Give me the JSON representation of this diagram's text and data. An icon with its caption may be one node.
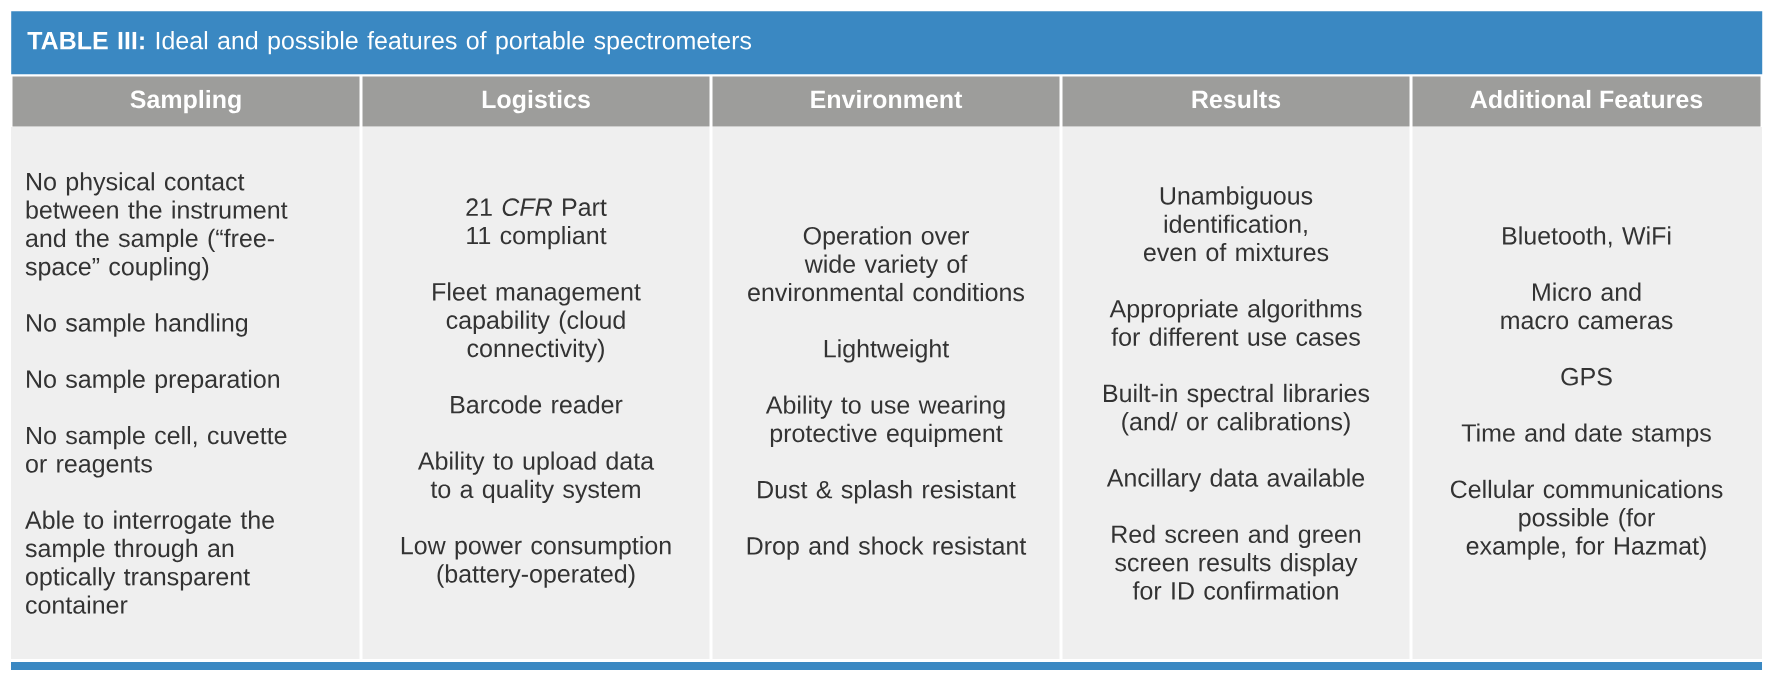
{
  "diagram": {
    "title": "**TABLE III:** Ideal and possible features of portable spectrometers",
    "labels": [
      "Sampling",
      "Logistics",
      "Environment",
      "Results",
      "Additional Features",
      "No physical contact between the instrument and the sample (“free-space” coupling)",
      "21 *CFR* Part 11 compliant",
      "Operation over wide variety of environmental conditions",
      "Unambiguous identification, even of mixtures",
      "Bluetooth, WiFi",
      "No sample handling",
      "Fleet management capability (cloud connectivity)",
      "Lightweight",
      "Appropriate algorithms for different use cases",
      "Micro and macro cameras",
      "No sample preparation",
      "Barcode reader",
      "Ability to use wearing protective equipment",
      "Built-in spectral libraries (and/ or calibrations)",
      "GPS",
      "No sample cell, cuvette or reagents",
      "Ability to upload data to a quality system",
      "Dust & splash resistant",
      "Ancillary data available",
      "Time and date stamps",
      "Able to interrogate the sample through an optically transparent container",
      "Low power consumption (battery-operated)",
      "Drop and shock resistant",
      "Red screen and green screen results display for ID confirmation",
      "Cellular communications possible (for example, for Hazmat)"
    ]
  }
}
